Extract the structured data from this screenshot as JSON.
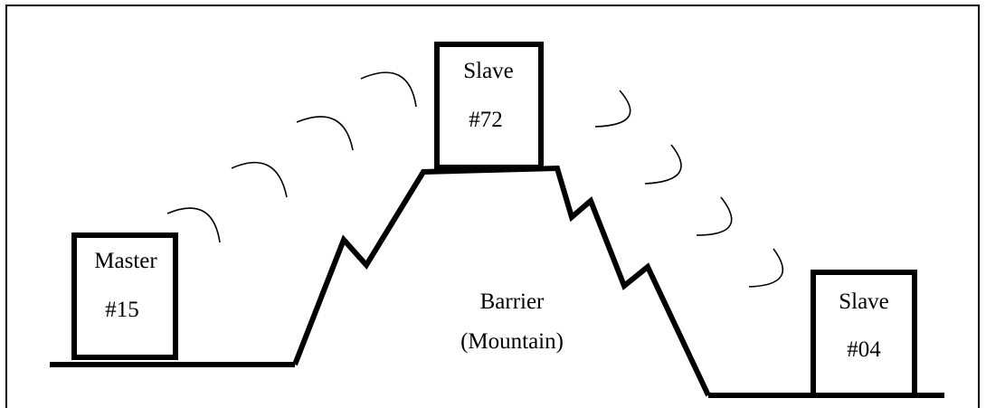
{
  "nodes": {
    "master": {
      "line1": "Master",
      "line2": "#15"
    },
    "slave_top": {
      "line1": "Slave",
      "line2": "#72"
    },
    "slave_right": {
      "line1": "Slave",
      "line2": "#04"
    }
  },
  "barrier": {
    "line1": "Barrier",
    "line2": "(Mountain)"
  },
  "colors": {
    "stroke": "#000000",
    "background": "#ffffff"
  }
}
